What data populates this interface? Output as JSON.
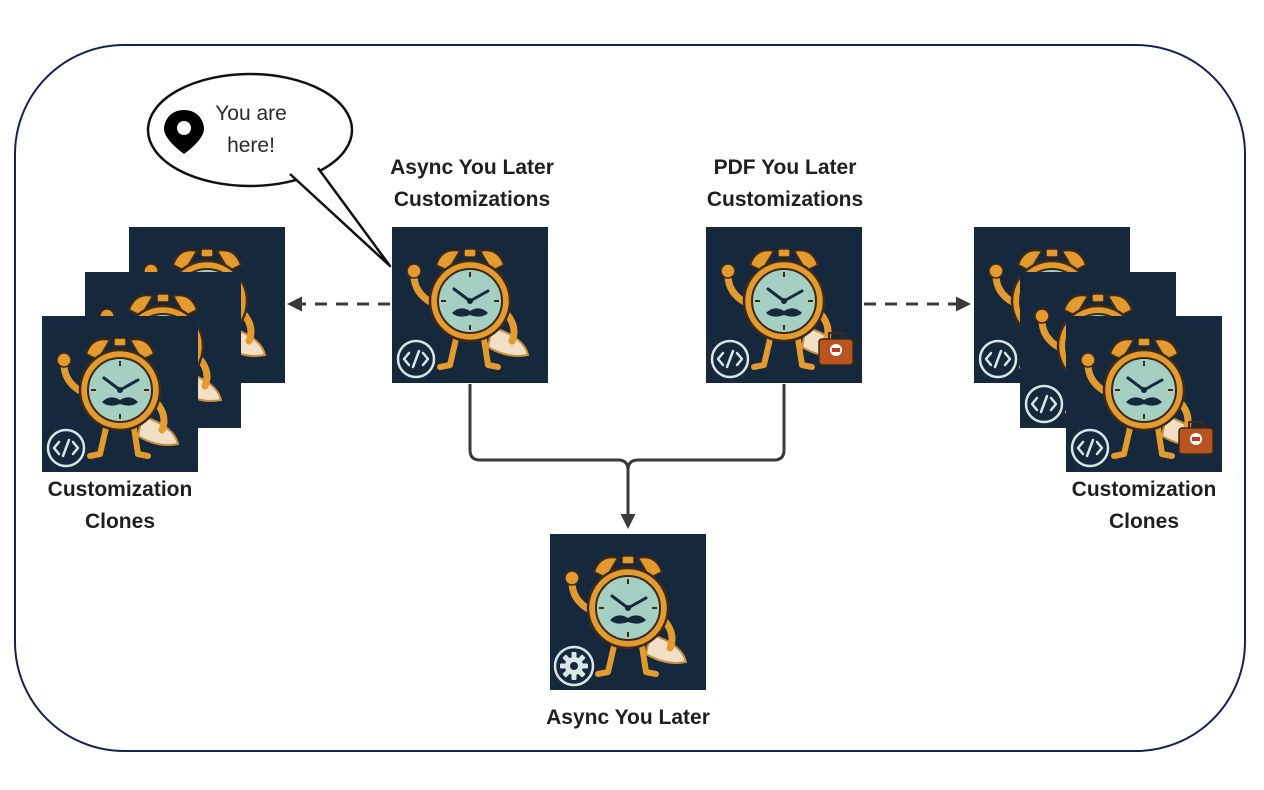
{
  "callout": {
    "text": "You are\nhere!",
    "icon": "map-pin-icon"
  },
  "nodes": {
    "async_customizations": {
      "label": "Async You Later\nCustomizations",
      "badge": "code-icon"
    },
    "pdf_customizations": {
      "label": "PDF You Later\nCustomizations",
      "badge": "code-icon",
      "extra": "briefcase-icon"
    },
    "async_you_later": {
      "label": "Async You Later",
      "badge": "gear-icon"
    },
    "left_clones": {
      "label": "Customization\nClones",
      "badge": "code-icon"
    },
    "right_clones": {
      "label": "Customization\nClones",
      "badge": "code-icon",
      "extra": "briefcase-icon"
    }
  },
  "colors": {
    "card_bg": "#15283c",
    "frame": "#16224f",
    "clock_orange": "#e39a2f",
    "clock_face": "#a6cfc4",
    "mustache": "#15283c",
    "arrow": "#3a3a3a",
    "cape": "#f1e0c6"
  }
}
